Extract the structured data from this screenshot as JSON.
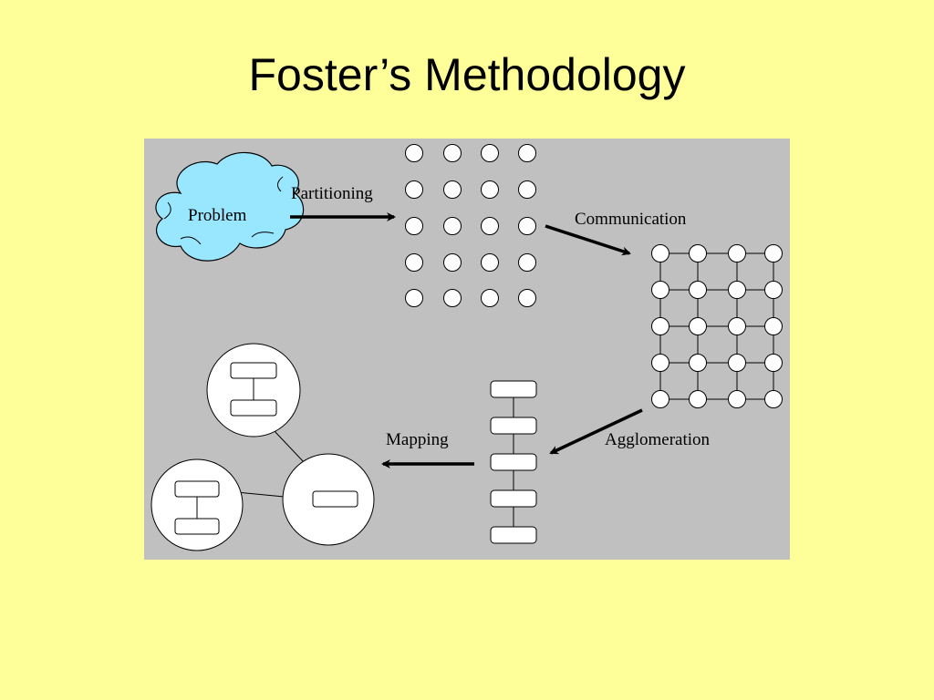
{
  "slide": {
    "title": "Foster’s Methodology"
  },
  "diagram": {
    "background_color": "#c0c0c0",
    "problem": {
      "label": "Problem",
      "fill": "#99e6ff"
    },
    "steps": {
      "partitioning": "Partitioning",
      "communication": "Communication",
      "agglomeration": "Agglomeration",
      "mapping": "Mapping"
    }
  }
}
